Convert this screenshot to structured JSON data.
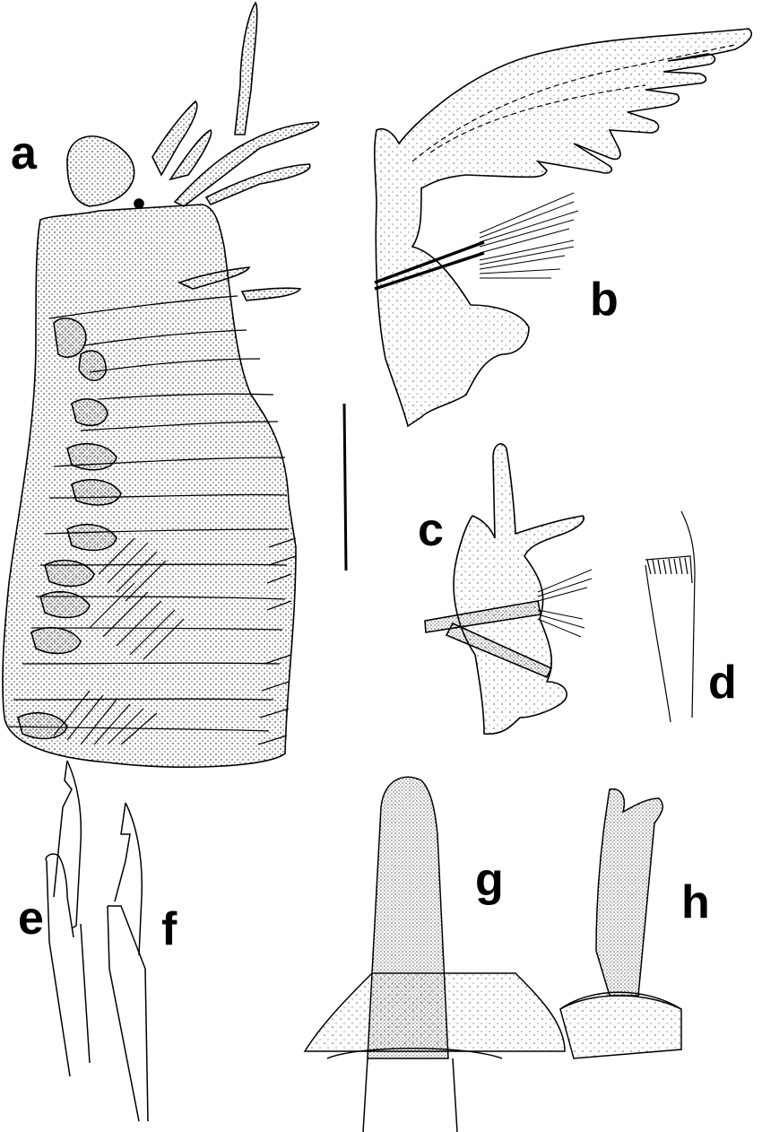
{
  "figure": {
    "background": "#ffffff",
    "ink_color": "#000000",
    "panels": [
      {
        "id": "a",
        "label": "a",
        "description": "anterior end with prostomium, tentacular cirri and segments with parapodia, dorsal view"
      },
      {
        "id": "b",
        "label": "b",
        "description": "parapodium with branched branchia and chaetae"
      },
      {
        "id": "c",
        "label": "c",
        "description": "posterior parapodium with cirri and chaetae"
      },
      {
        "id": "d",
        "label": "d",
        "description": "pectinate chaeta"
      },
      {
        "id": "e",
        "label": "e",
        "description": "hooded hook / compound chaeta"
      },
      {
        "id": "f",
        "label": "f",
        "description": "hooded hook / compound chaeta"
      },
      {
        "id": "g",
        "label": "g",
        "description": "acicular process, stippled"
      },
      {
        "id": "h",
        "label": "h",
        "description": "bifid acicular process, stippled"
      }
    ],
    "scale_bar": {
      "orientation": "vertical",
      "label": ""
    }
  }
}
